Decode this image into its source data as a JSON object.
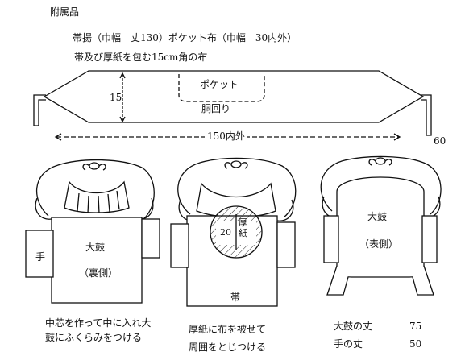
{
  "header": {
    "title": "附属品",
    "line1": "帯揚（巾幅　丈130）ポケット布（巾幅　30内外）",
    "line2": "帯及び厚紙を包む15cm角の布"
  },
  "strip": {
    "pocket_label": "ポケット",
    "waist_label": "胴回り",
    "height_label": "15",
    "length_label": "150内外",
    "end_label": "60"
  },
  "steps": [
    {
      "center_main": "大鼓",
      "center_sub": "（裏側）",
      "left_tab": "手",
      "caption": [
        "中芯を作って中に入れ大",
        "鼓にふくらみをつける"
      ]
    },
    {
      "circle_num": "20",
      "circle_text": "厚紙",
      "bottom_label": "帯",
      "caption": [
        "厚紙に布を被せて",
        "周囲をとじつける"
      ]
    },
    {
      "center_main": "大鼓",
      "center_sub": "（表側）",
      "measures": [
        {
          "label": "大鼓の丈",
          "value": "75"
        },
        {
          "label": "手の丈",
          "value": "50"
        }
      ]
    }
  ]
}
